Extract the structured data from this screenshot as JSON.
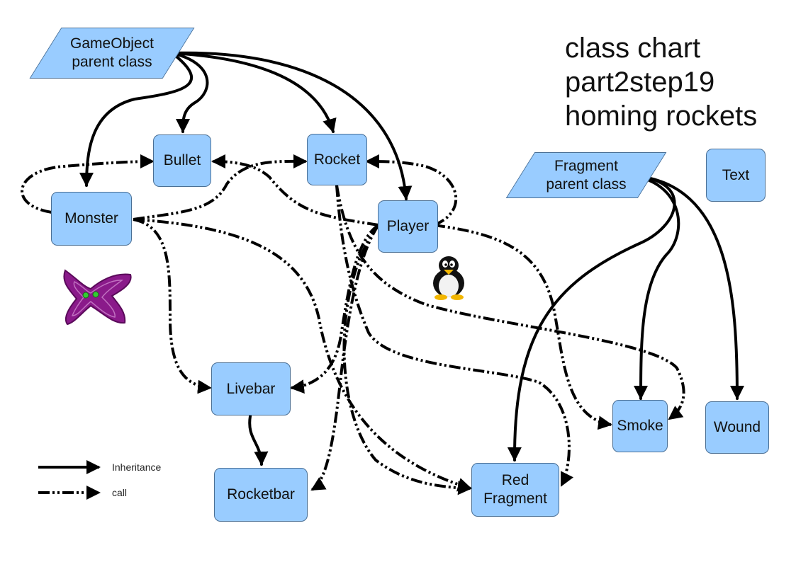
{
  "title": "class chart\npart2step19\nhoming rockets",
  "nodes": {
    "gameobject": "GameObject\nparent class",
    "fragment": "Fragment\nparent class",
    "bullet": "Bullet",
    "rocket": "Rocket",
    "monster": "Monster",
    "player": "Player",
    "text": "Text",
    "livebar": "Livebar",
    "rocketbar": "Rocketbar",
    "redfragment": "Red\nFragment",
    "smoke": "Smoke",
    "wound": "Wound"
  },
  "legend": {
    "inheritance": "Inheritance",
    "call": "call"
  },
  "images": {
    "monster_sprite": "purple-monster-sprite",
    "player_sprite": "penguin-sprite"
  },
  "colors": {
    "node_fill": "#99ccff",
    "node_border": "#4a6f95",
    "line": "#000000"
  }
}
